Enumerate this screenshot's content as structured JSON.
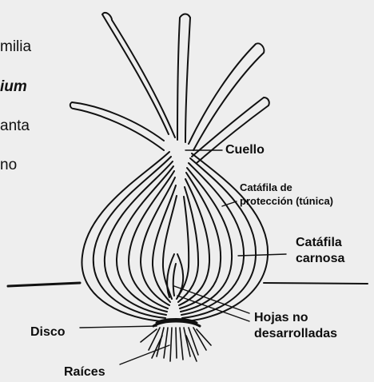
{
  "left_text": [
    "milia",
    "ium",
    "anta",
    "no"
  ],
  "labels": {
    "cuello": "Cuello",
    "catafila_proteccion": [
      "Catáfila de",
      "protección (túnica)"
    ],
    "catafila_carnosa": [
      "Catáfila",
      "carnosa"
    ],
    "hojas": [
      "Hojas no",
      "desarrolladas"
    ],
    "disco": "Disco",
    "raices": "Raíces"
  },
  "colors": {
    "ink": "#111111",
    "paper": "#eeeeee"
  }
}
